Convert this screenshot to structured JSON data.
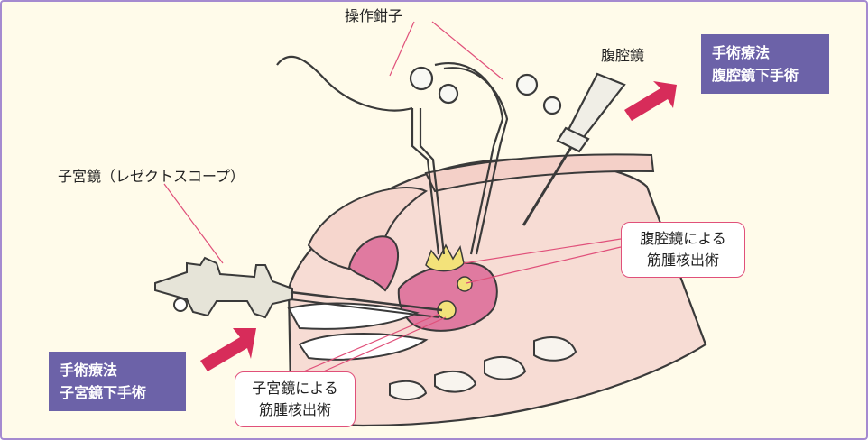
{
  "labels": {
    "forceps": "操作鉗子",
    "laparoscope": "腹腔鏡",
    "hysteroscope": "子宮鏡（レゼクトスコープ）"
  },
  "laparoscopic_surgery_box": {
    "line1": "手術療法",
    "line2": "腹腔鏡下手術"
  },
  "hysteroscopic_surgery_box": {
    "line1": "手術療法",
    "line2": "子宮鏡下手術"
  },
  "laparoscopic_enucleation_callout": {
    "line1": "腹腔鏡による",
    "line2": "筋腫核出術"
  },
  "hysteroscopic_enucleation_callout": {
    "line1": "子宮鏡による",
    "line2": "筋腫核出術"
  },
  "colors": {
    "frame_border": "#a58ad0",
    "background": "#fffbea",
    "purple_box": "#6c62a8",
    "arrow": "#d72c5a",
    "callout_border": "#e0507a",
    "tissue": "#f4d4cc",
    "uterus": "#e07aa0",
    "fibroid": "#f3e27a"
  }
}
